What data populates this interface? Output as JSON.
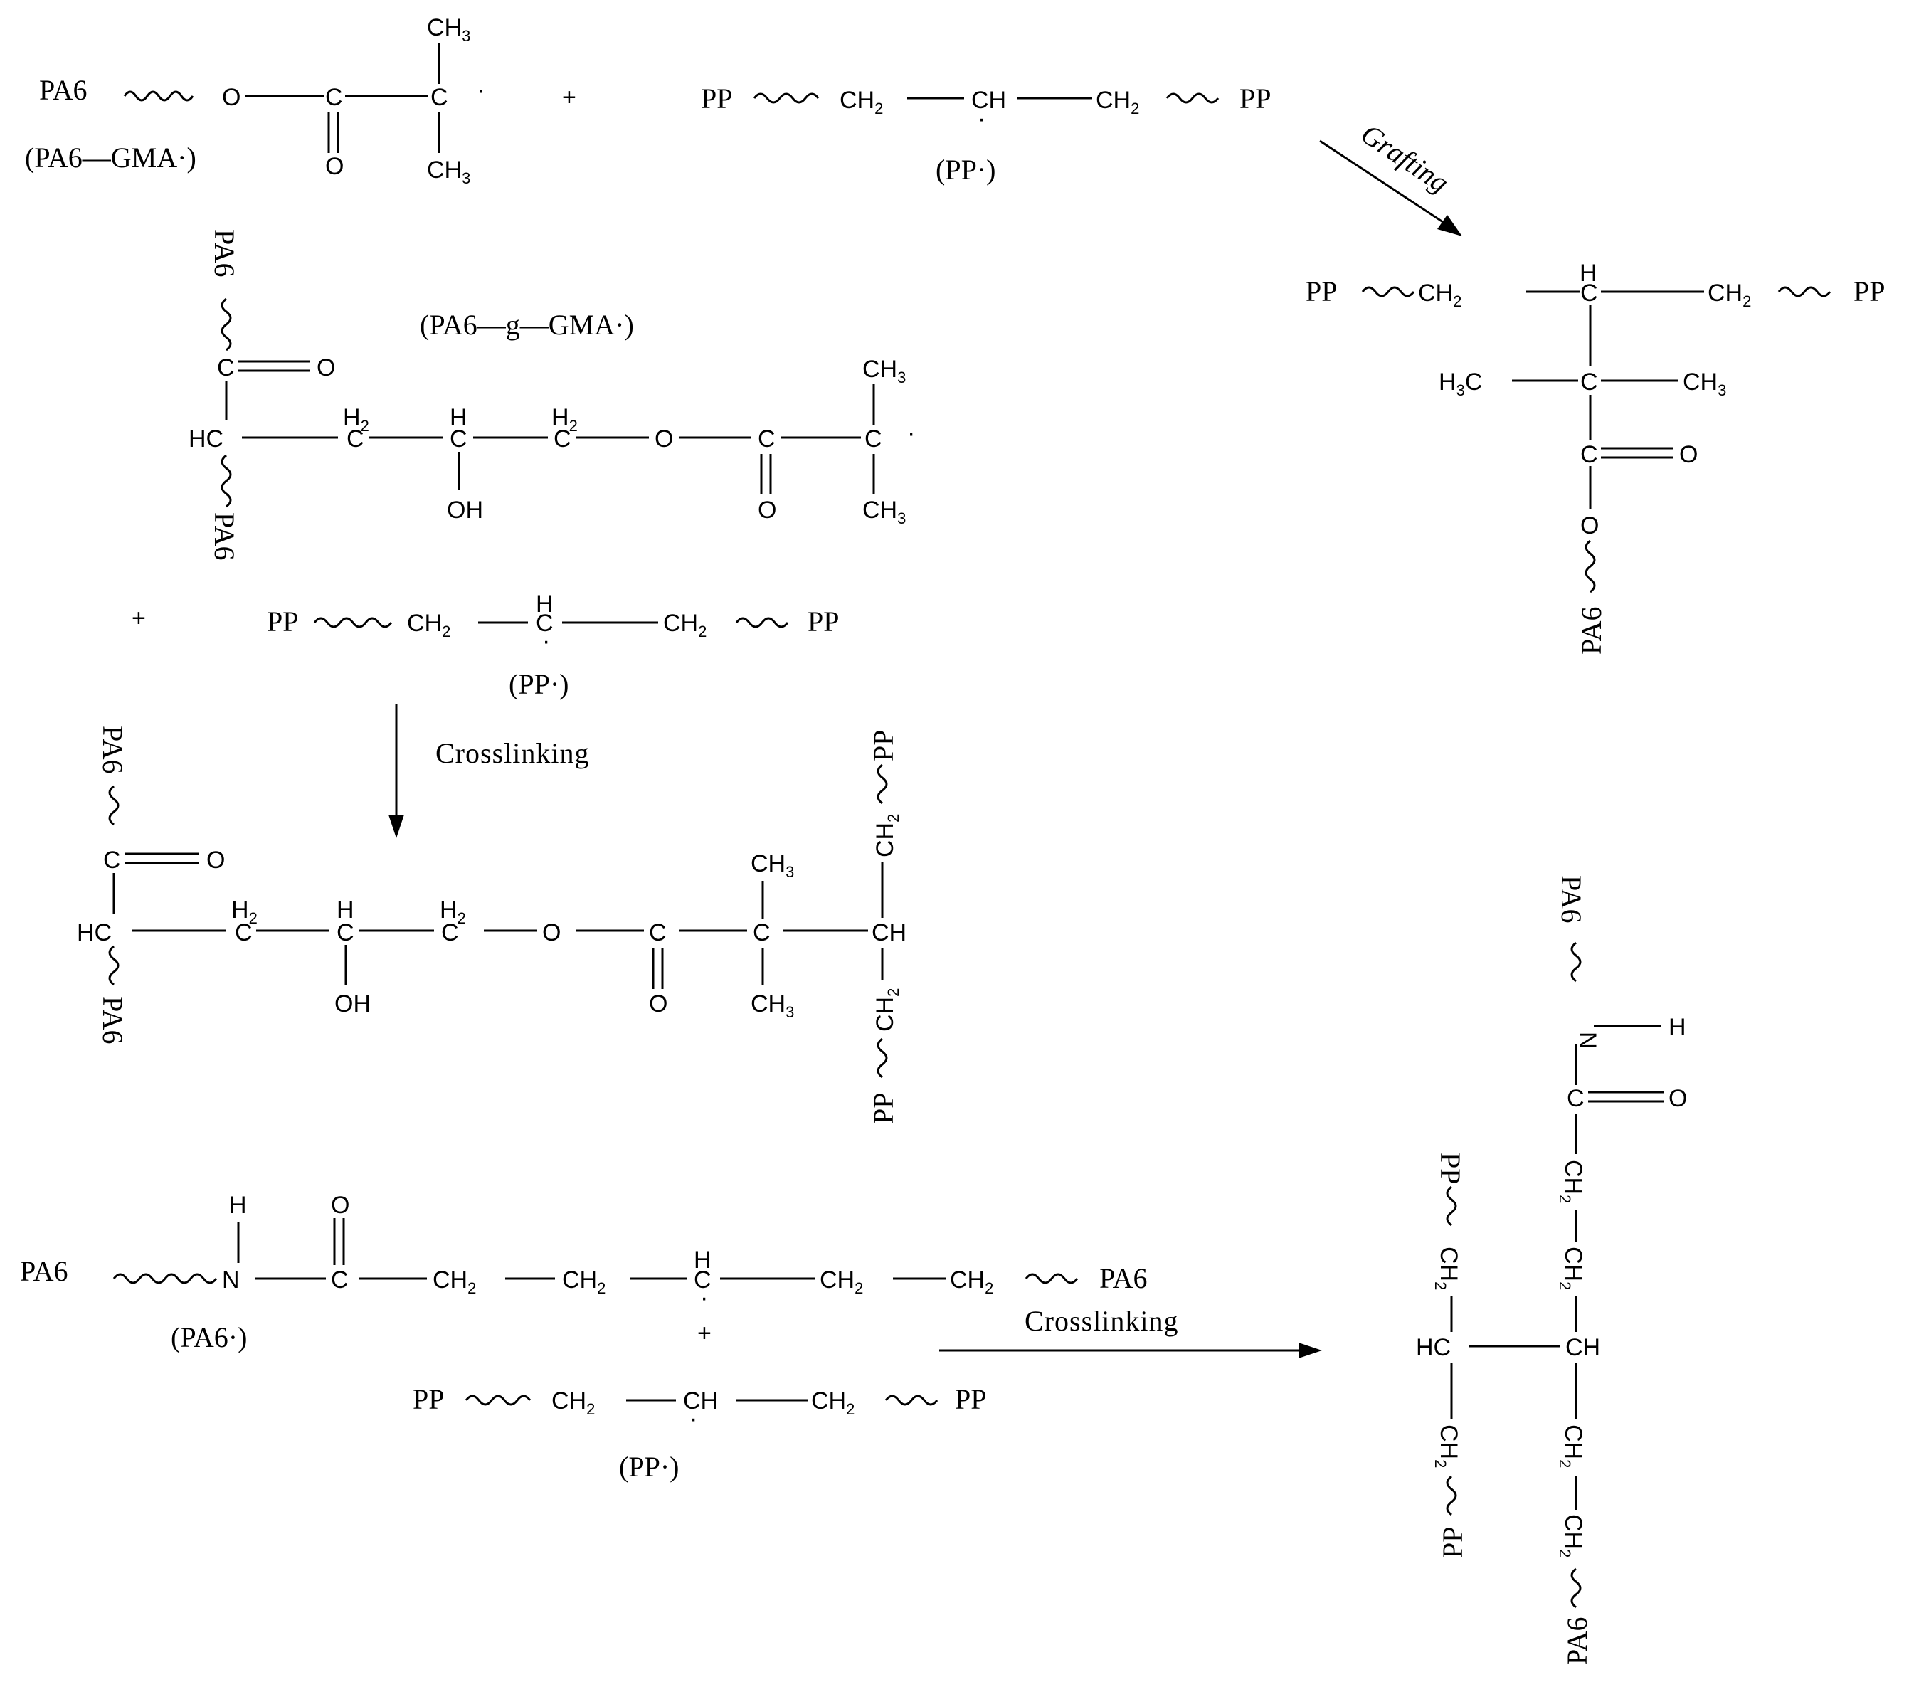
{
  "species": {
    "pa6": "PA6",
    "pp": "PP",
    "pa6_gma_radical": "(PA6—GMA·)",
    "pa6_g_gma_radical": "(PA6—g—GMA·)",
    "pp_radical": "(PP·)",
    "pa6_radical": "(PA6·)"
  },
  "atoms": {
    "o": "O",
    "c": "C",
    "h": "H",
    "n": "N",
    "ch": "CH",
    "hc": "HC",
    "ch2": "CH",
    "h2": "H",
    "ch3": "CH",
    "h3c": "H",
    "oh": "OH",
    "dot": "·",
    "plus": "+",
    "sub2": "2",
    "sub3": "3"
  },
  "arrows": {
    "grafting": "Grafting",
    "crosslinking_1": "Crosslinking",
    "crosslinking_2": "Crosslinking"
  }
}
